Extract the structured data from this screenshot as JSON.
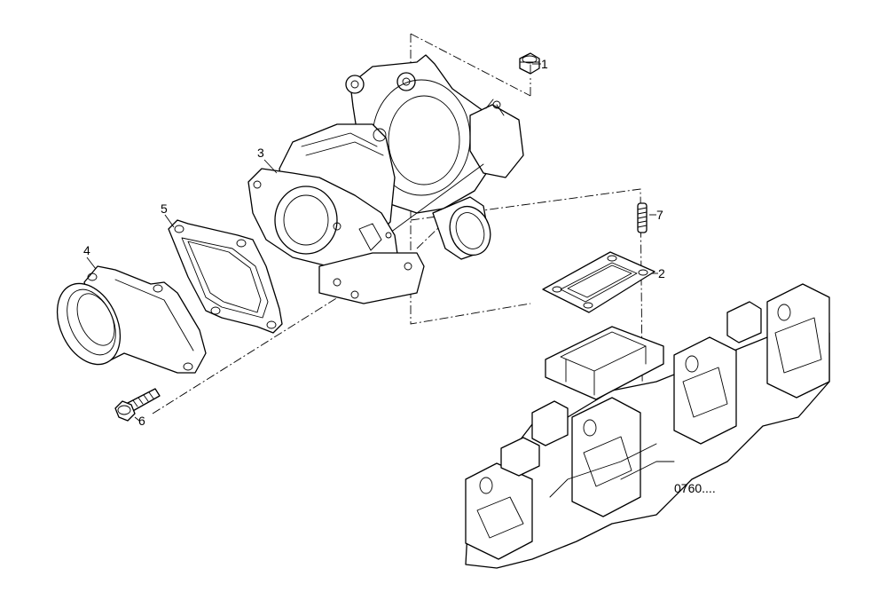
{
  "parts": [
    {
      "number": "1",
      "icon": "nut-icon"
    },
    {
      "number": "2",
      "icon": "gasket-icon"
    },
    {
      "number": "3",
      "icon": "turbocharger-icon"
    },
    {
      "number": "4",
      "icon": "elbow-flange-icon"
    },
    {
      "number": "5",
      "icon": "gasket-icon"
    },
    {
      "number": "6",
      "icon": "flange-bolt-icon"
    },
    {
      "number": "7",
      "icon": "stud-icon"
    }
  ],
  "drawing_code": "0760....",
  "colors": {
    "line": "#000000",
    "background": "#ffffff"
  }
}
